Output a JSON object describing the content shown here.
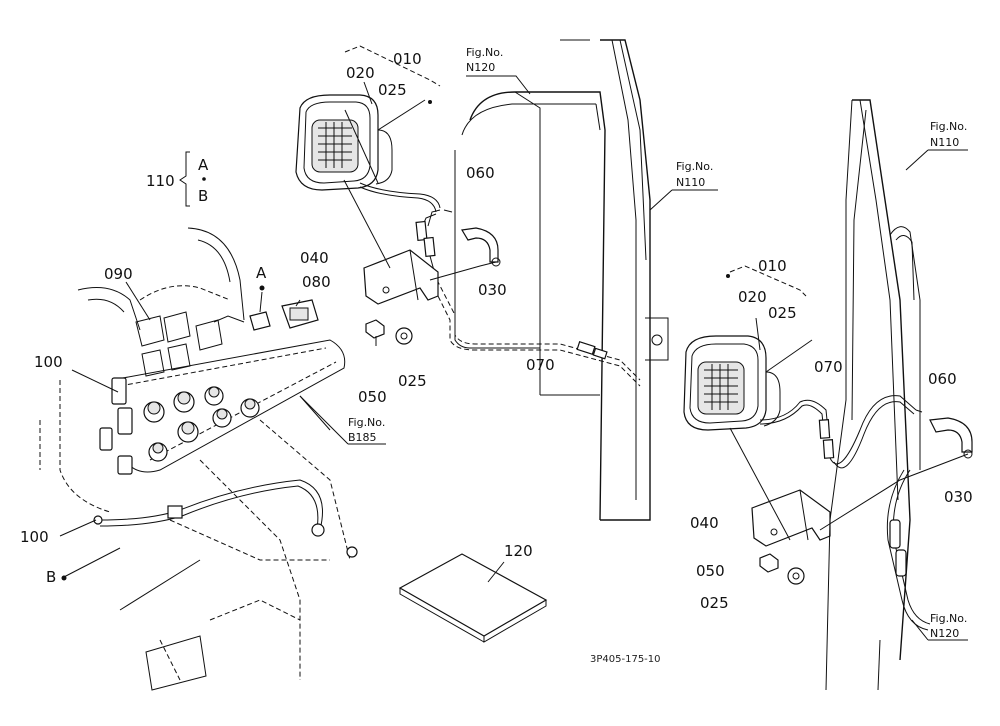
{
  "drawing_code": "3P405-175-10",
  "fig_ref_label": "Fig.No.",
  "fig_refs": {
    "n120_top": "N120",
    "n110_mid": "N110",
    "n110_right": "N110",
    "b185": "B185",
    "n120_bottom": "N120"
  },
  "part_numbers": {
    "p010_left": "010",
    "p020_left": "020",
    "p025_left_top": "025",
    "p060_left": "060",
    "p040_left": "040",
    "p030_left": "030",
    "p025_left_nut": "025",
    "p050_left": "050",
    "p070_left": "070",
    "p110": "110",
    "p090": "090",
    "p080": "080",
    "p100_upper": "100",
    "p100_lower": "100",
    "p120": "120",
    "p010_right": "010",
    "p020_right": "020",
    "p025_right_top": "025",
    "p070_right": "070",
    "p060_right": "060",
    "p030_right": "030",
    "p040_right": "040",
    "p050_right": "050",
    "p025_right_nut": "025"
  },
  "callouts": {
    "a_marker": "A",
    "b_marker": "B",
    "a_bracket": "A",
    "b_bracket": "B"
  }
}
